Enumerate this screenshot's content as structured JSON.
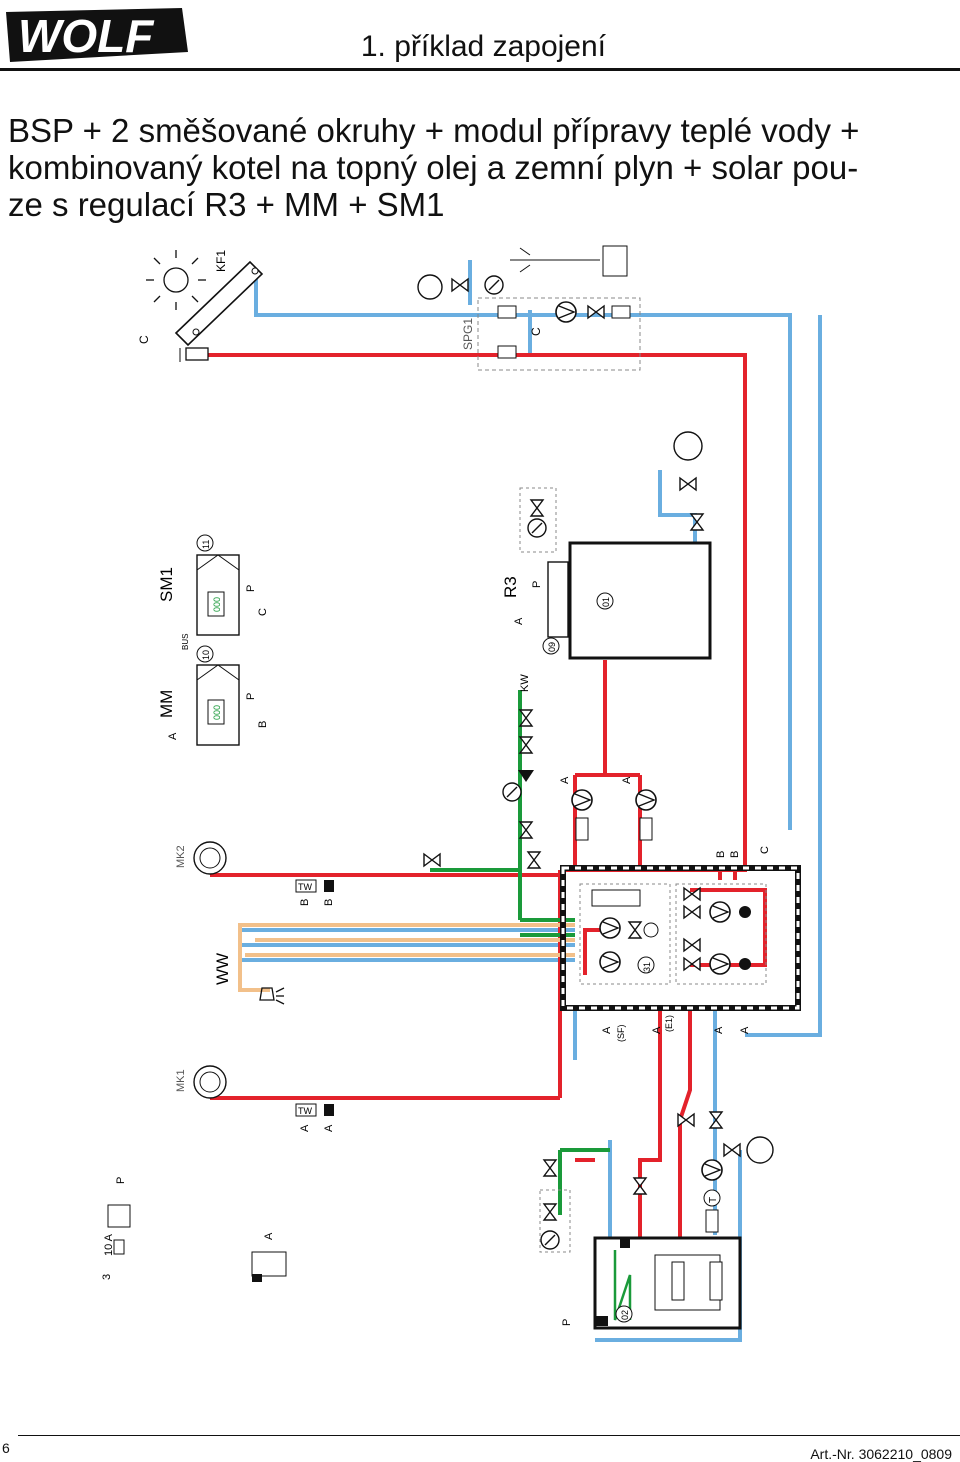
{
  "brand": {
    "logo_text": "WOLF"
  },
  "header": {
    "subtitle": "1. příklad zapojení"
  },
  "title": {
    "line1": "BSP + 2 směšované okruhy + modul přípravy teplé vody +",
    "line2": "kombinovaný kotel na topný olej a zemní plyn + solar pou-",
    "line3": "ze s regulací R3 + MM + SM1"
  },
  "labels": {
    "kf1": "KF1",
    "spg1": "SPG1",
    "sm1": "SM1",
    "mm": "MM",
    "r3": "R3",
    "bus": "BUS",
    "kw": "KW",
    "mk2": "MK2",
    "mk1": "MK1",
    "ww": "WW",
    "tw": "TW",
    "n01": "01",
    "n02": "02",
    "n09": "09",
    "n10": "10",
    "n11": "11",
    "n31": "31",
    "sf": "(SF)",
    "e1": "(E1)",
    "fuse": "10 A",
    "three": "3",
    "display": "000",
    "a": "A",
    "b": "B",
    "c": "C",
    "p": "P",
    "t": "T"
  },
  "colors": {
    "supply": "#e3222b",
    "return": "#6aaee0",
    "cold_water": "#1a9a3a",
    "hot_water": "#f2c08a"
  },
  "footer": {
    "page": "6",
    "article": "Art.-Nr. 3062210_0809"
  }
}
